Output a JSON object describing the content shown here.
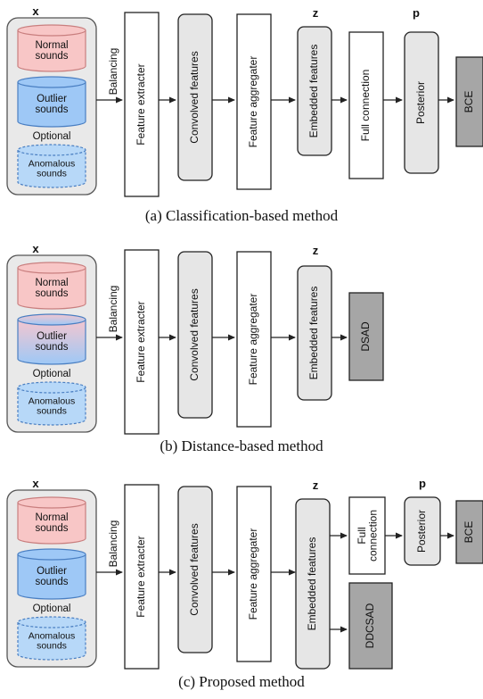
{
  "colors": {
    "normal_fill": "#f8c6c6",
    "normal_stroke": "#c97f7f",
    "outlier_fill": "#9ec8f6",
    "outlier_stroke": "#4a7fc2",
    "outlier_gradient_top": "#f4c6cf",
    "anomalous_fill": "#b7d8f8",
    "group_fill": "#e9e9e9",
    "light_box": "#e6e6e6",
    "dark_box": "#a6a6a6",
    "white_box": "#ffffff",
    "stroke": "#222222"
  },
  "panels": [
    {
      "caption": "(a) Classification-based method",
      "var_x": "x",
      "var_z": "z",
      "var_p": "p",
      "normal": "Normal sounds",
      "outlier": "Outlier sounds",
      "optional": "Optional",
      "anomalous": "Anomalous sounds",
      "balancing": "Balancing",
      "feature_extracter": "Feature extracter",
      "convolved": "Convolved features",
      "aggregater": "Feature aggregater",
      "embedded": "Embedded features",
      "full_connection": "Full connection",
      "posterior": "Posterior",
      "bce": "BCE"
    },
    {
      "caption": "(b) Distance-based method",
      "var_x": "x",
      "var_z": "z",
      "normal": "Normal sounds",
      "outlier": "Outlier sounds",
      "optional": "Optional",
      "anomalous": "Anomalous sounds",
      "balancing": "Balancing",
      "feature_extracter": "Feature extracter",
      "convolved": "Convolved features",
      "aggregater": "Feature aggregater",
      "embedded": "Embedded features",
      "dsad": "DSAD"
    },
    {
      "caption": "(c) Proposed method",
      "var_x": "x",
      "var_z": "z",
      "var_p": "p",
      "normal": "Normal sounds",
      "outlier": "Outlier sounds",
      "optional": "Optional",
      "anomalous": "Anomalous sounds",
      "balancing": "Balancing",
      "feature_extracter": "Feature extracter",
      "convolved": "Convolved features",
      "aggregater": "Feature aggregater",
      "embedded": "Embedded features",
      "full_connection": "Full connection",
      "posterior": "Posterior",
      "bce": "BCE",
      "ddcsad": "DDCSAD"
    }
  ]
}
